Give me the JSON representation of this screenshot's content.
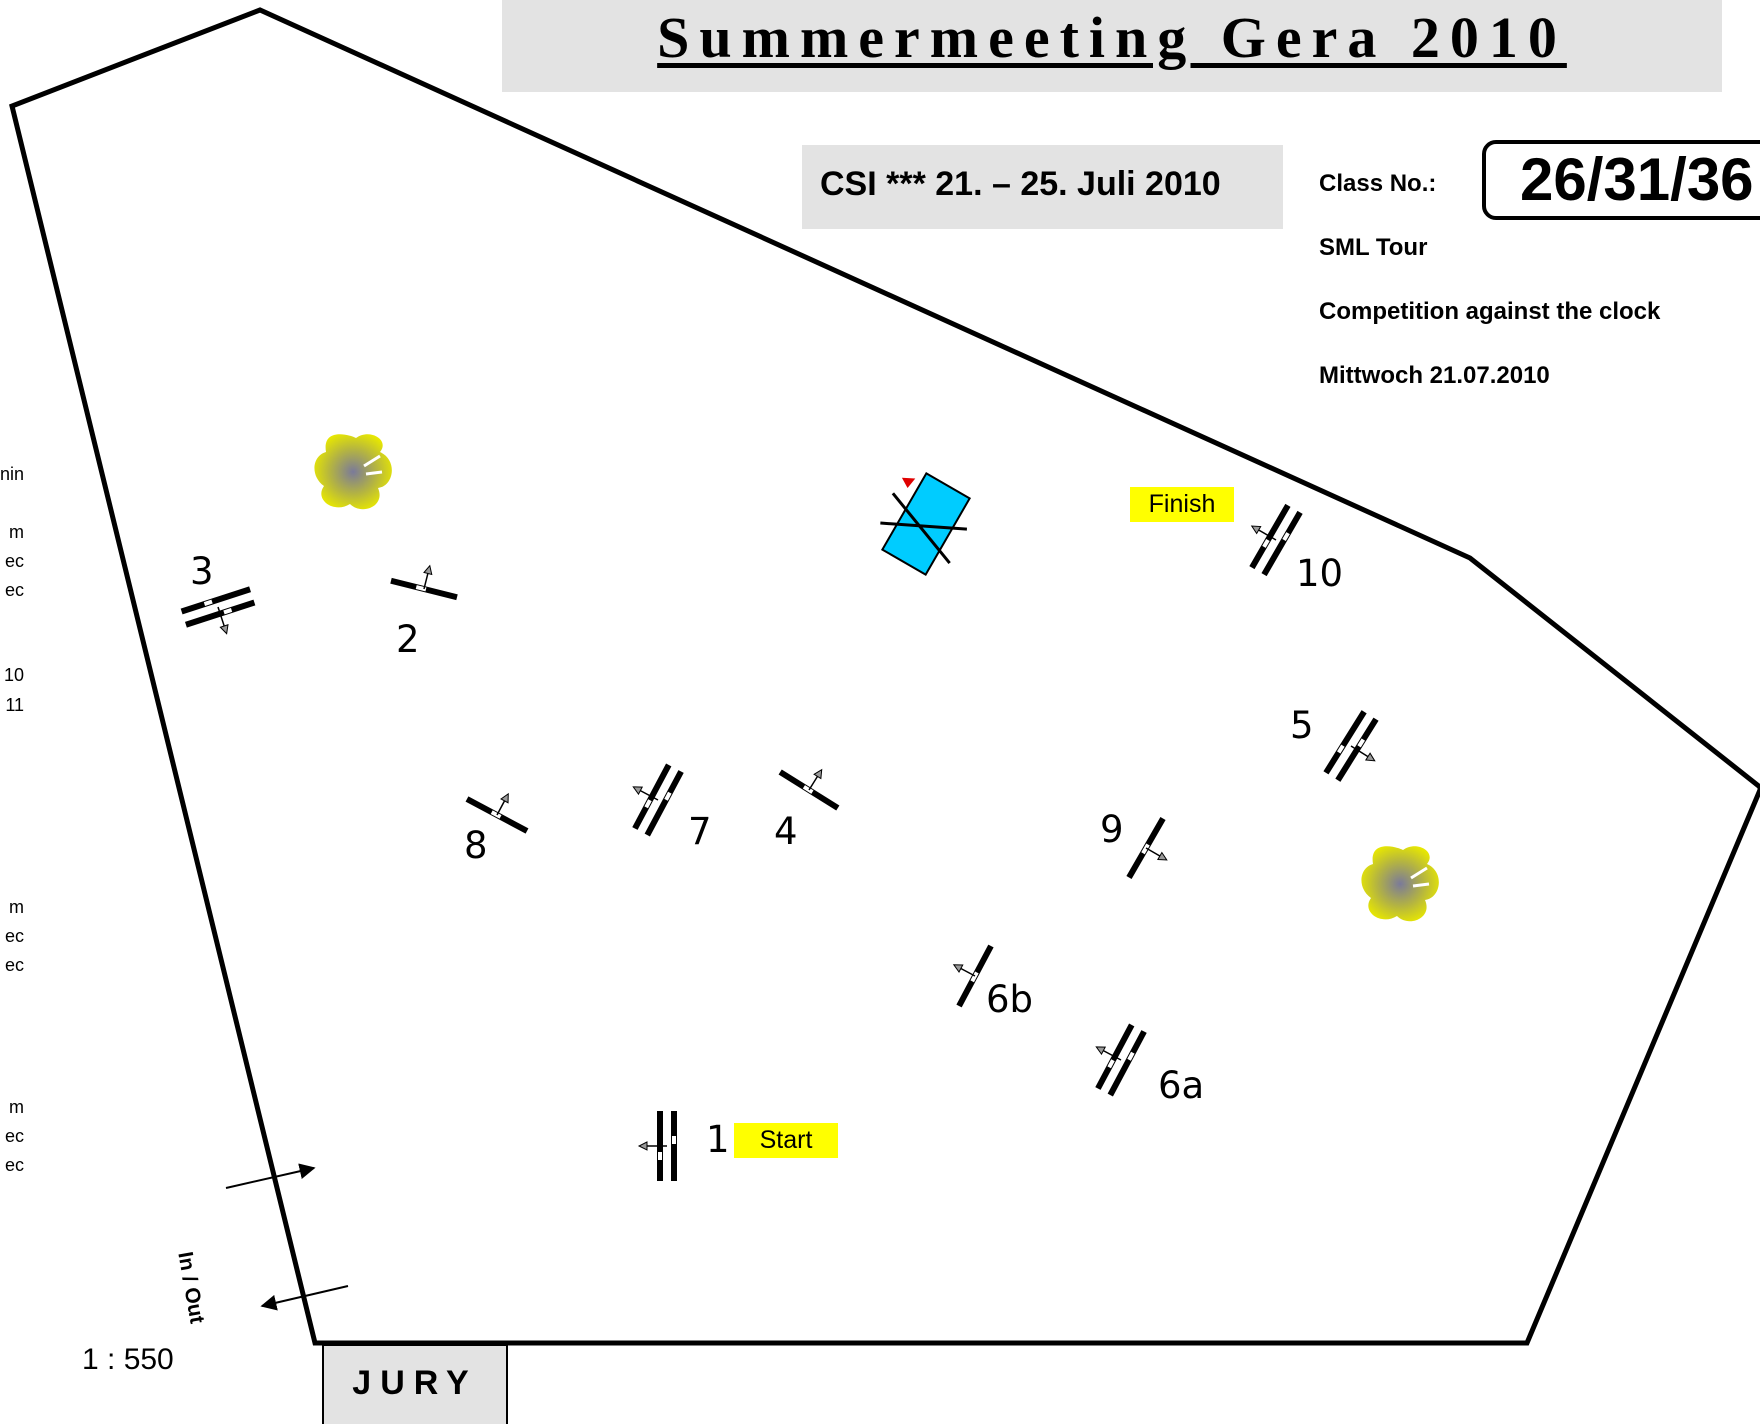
{
  "header": {
    "title": "Summermeeting Gera 2010",
    "event": "CSI ***   21. – 25. Juli 2010",
    "class_label": "Class No.:",
    "class_number": "26/31/36",
    "tour": "SML Tour",
    "competition": "Competition against the clock",
    "date": "Mittwoch 21.07.2010"
  },
  "left_column_fragments": [
    "nin",
    "m",
    "ec",
    "ec",
    "10",
    "11",
    "m",
    "ec",
    "ec",
    "m",
    "ec",
    "ec"
  ],
  "jumps": [
    {
      "label": "1",
      "type": "oxer"
    },
    {
      "label": "2",
      "type": "vertical"
    },
    {
      "label": "3",
      "type": "oxer"
    },
    {
      "label": "4",
      "type": "vertical"
    },
    {
      "label": "5",
      "type": "oxer"
    },
    {
      "label": "6a",
      "type": "oxer"
    },
    {
      "label": "6b",
      "type": "vertical"
    },
    {
      "label": "7",
      "type": "oxer"
    },
    {
      "label": "8",
      "type": "vertical"
    },
    {
      "label": "9",
      "type": "vertical"
    },
    {
      "label": "10",
      "type": "oxer"
    }
  ],
  "markers": {
    "start": "Start",
    "finish": "Finish"
  },
  "scale": "1 : 550",
  "jury": "JURY",
  "entrance": "In / Out",
  "colors": {
    "title_box": "#e3e3e3",
    "marker": "#ffff00",
    "water": "#00ccff",
    "shrub": "#cccc00"
  }
}
